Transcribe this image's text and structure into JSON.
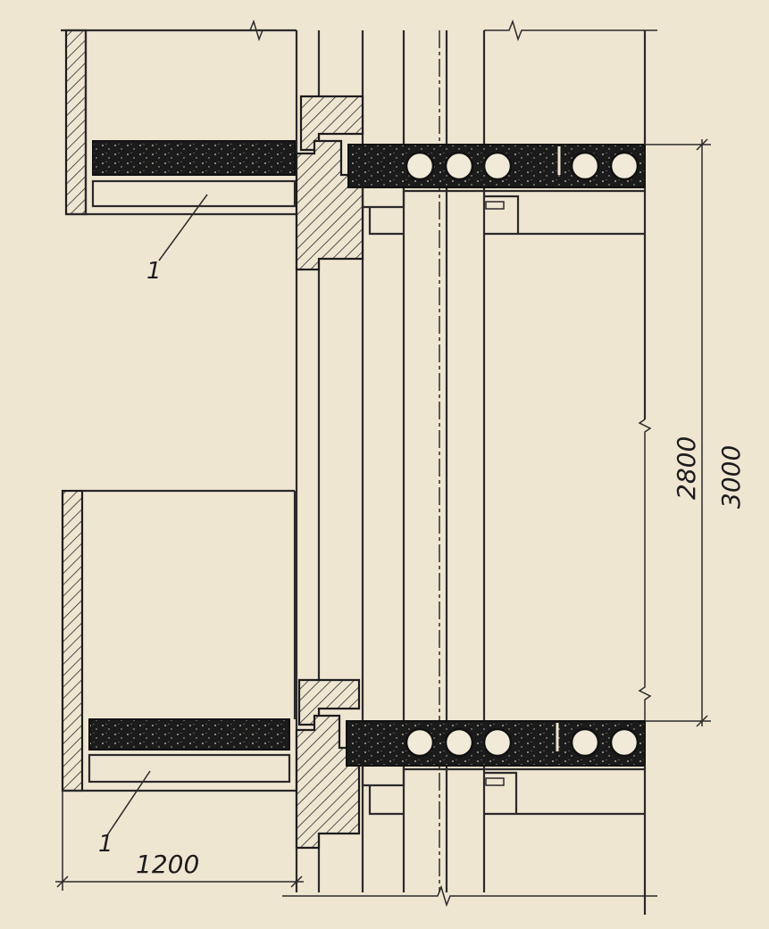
{
  "drawing": {
    "callout_upper": "1",
    "callout_lower": "1",
    "dim_horizontal": "1200",
    "dim_vertical_inner": "2800",
    "dim_vertical_outer": "3000"
  },
  "colors": {
    "paper": "#efe6d2",
    "ink": "#1c1c1c"
  }
}
